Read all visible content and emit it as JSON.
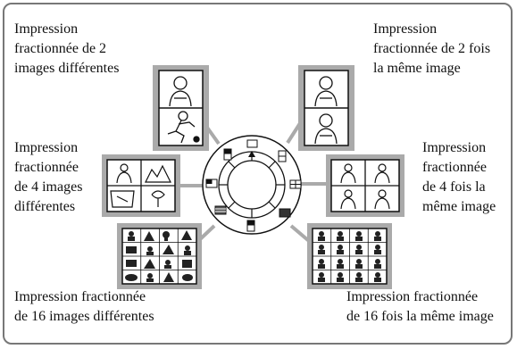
{
  "labels": {
    "top_left": "Impression\nfractionnée de 2\nimages différentes",
    "top_right": "Impression\nfractionnée de 2 fois\nla même image",
    "mid_left": "Impression\nfractionnée\nde 4 images\ndifférentes",
    "mid_right": "Impression\nfractionnée\nde 4 fois la\nmême image",
    "bottom_left": "Impression fractionnée\nde 16 images différentes",
    "bottom_right": "Impression fractionnée\nde 16 fois la même image"
  },
  "colors": {
    "frame_border": "#777777",
    "thumbnail_border": "#999999",
    "connector": "#aaaaaa",
    "dial_line": "#111111"
  },
  "dial_positions": [
    "two-different-icon",
    "two-same-icon",
    "four-same-icon",
    "sixteen-same-icon",
    "single-icon",
    "sixteen-different-icon",
    "four-different-icon",
    "two-different-small-icon"
  ]
}
